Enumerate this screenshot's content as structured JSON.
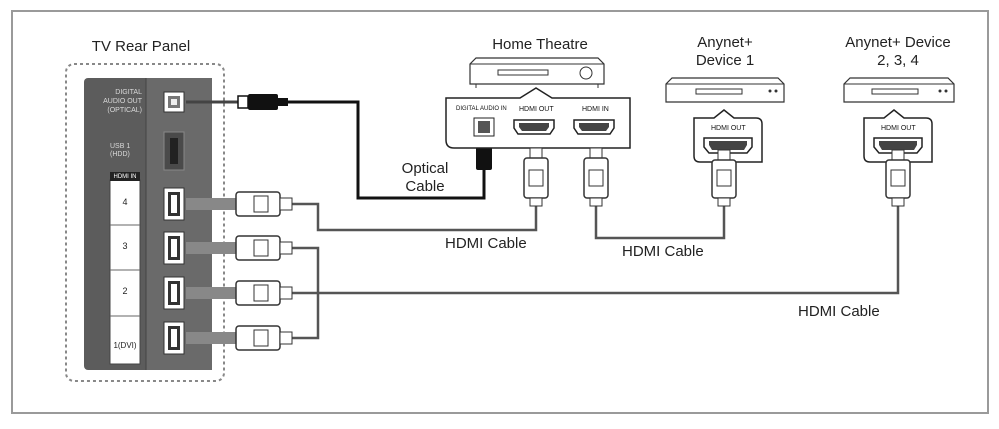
{
  "labels": {
    "tv_rear_panel": "TV Rear Panel",
    "home_theatre": "Home Theatre",
    "anynet_device_1_line1": "Anynet+",
    "anynet_device_1_line2": "Device 1",
    "anynet_device_234_line1": "Anynet+ Device",
    "anynet_device_234_line2": "2, 3, 4",
    "optical_cable_line1": "Optical",
    "optical_cable_line2": "Cable",
    "hdmi_cable_1": "HDMI Cable",
    "hdmi_cable_2": "HDMI Cable",
    "hdmi_cable_3": "HDMI Cable"
  },
  "tv_panel": {
    "digital_audio_out_line1": "DIGITAL",
    "digital_audio_out_line2": "AUDIO OUT",
    "digital_audio_out_line3": "(OPTICAL)",
    "usb_line1": "USB 1",
    "usb_line2": "(HDD)",
    "hdmi_in_header": "HDMI IN",
    "hdmi_ports": [
      "4",
      "3",
      "2",
      "1(DVI)"
    ]
  },
  "home_theatre_ports": {
    "digital_audio_in": "DIGITAL AUDIO IN",
    "hdmi_out": "HDMI OUT",
    "hdmi_in": "HDMI IN"
  },
  "device_ports": {
    "device1_hdmi_out": "HDMI OUT",
    "device234_hdmi_out": "HDMI OUT"
  },
  "icons": [
    "optical-port-icon",
    "usb-port-icon",
    "hdmi-port-icon",
    "hdmi-plug-icon",
    "optical-plug-icon",
    "av-receiver-icon",
    "bluray-player-icon"
  ],
  "colors": {
    "panel_dark": "#5a5a5a",
    "cable": "#555555",
    "optical_cable": "#111111",
    "frame": "#999999"
  }
}
